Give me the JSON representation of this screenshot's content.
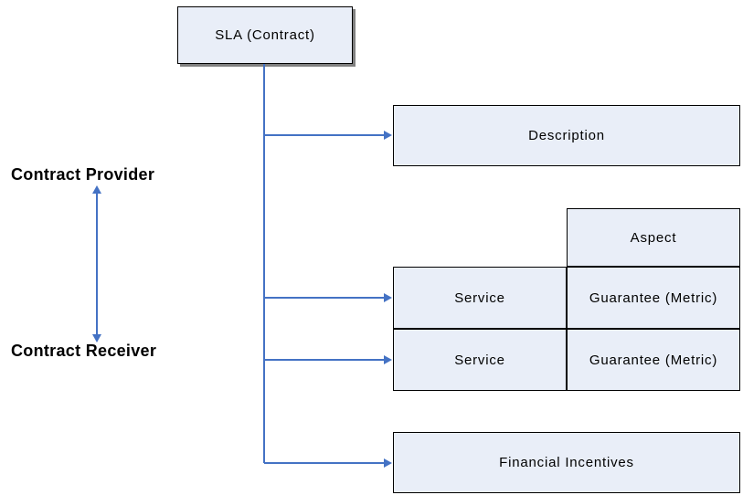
{
  "diagram": {
    "root_node": "SLA (Contract)",
    "nodes": {
      "description": "Description",
      "aspect": "Aspect",
      "service_row1": {
        "service": "Service",
        "guarantee": "Guarantee (Metric)"
      },
      "service_row2": {
        "service": "Service",
        "guarantee": "Guarantee (Metric)"
      },
      "financial": "Financial Incentives"
    },
    "side_labels": {
      "provider": "Contract Provider",
      "receiver": "Contract Receiver"
    }
  },
  "colors": {
    "box-fill": "#e9eef8",
    "box-border": "#000000",
    "connector": "#4472c4",
    "shadow": "#808080",
    "text-color": "#000000",
    "bg": "#ffffff"
  }
}
